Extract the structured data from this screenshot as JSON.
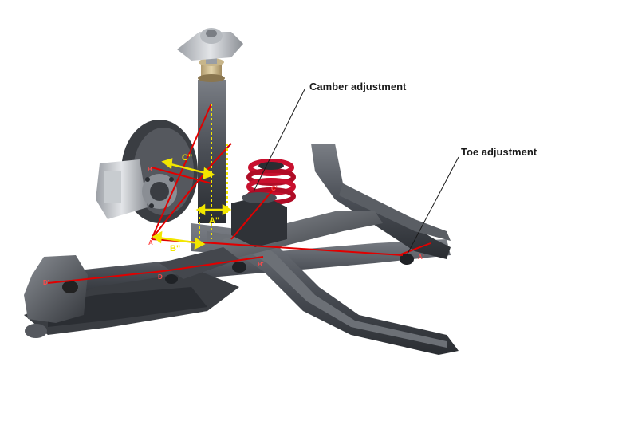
{
  "callouts": {
    "camber": "Camber adjustment",
    "toe": "Toe adjustment"
  },
  "dimensions": {
    "a": "A\"",
    "b": "B\"",
    "c": "C\""
  },
  "points": {
    "d_front": "D'",
    "c_front": "C'",
    "b_front": "B'",
    "a_front": "A'",
    "d_left": "D",
    "b_left": "B",
    "a_left": "A"
  },
  "colors": {
    "frame": "#3c3f44",
    "frame_light": "#6a6e74",
    "spring": "#c8102e",
    "guide_red": "#e00000",
    "guide_yellow": "#f2e600"
  }
}
